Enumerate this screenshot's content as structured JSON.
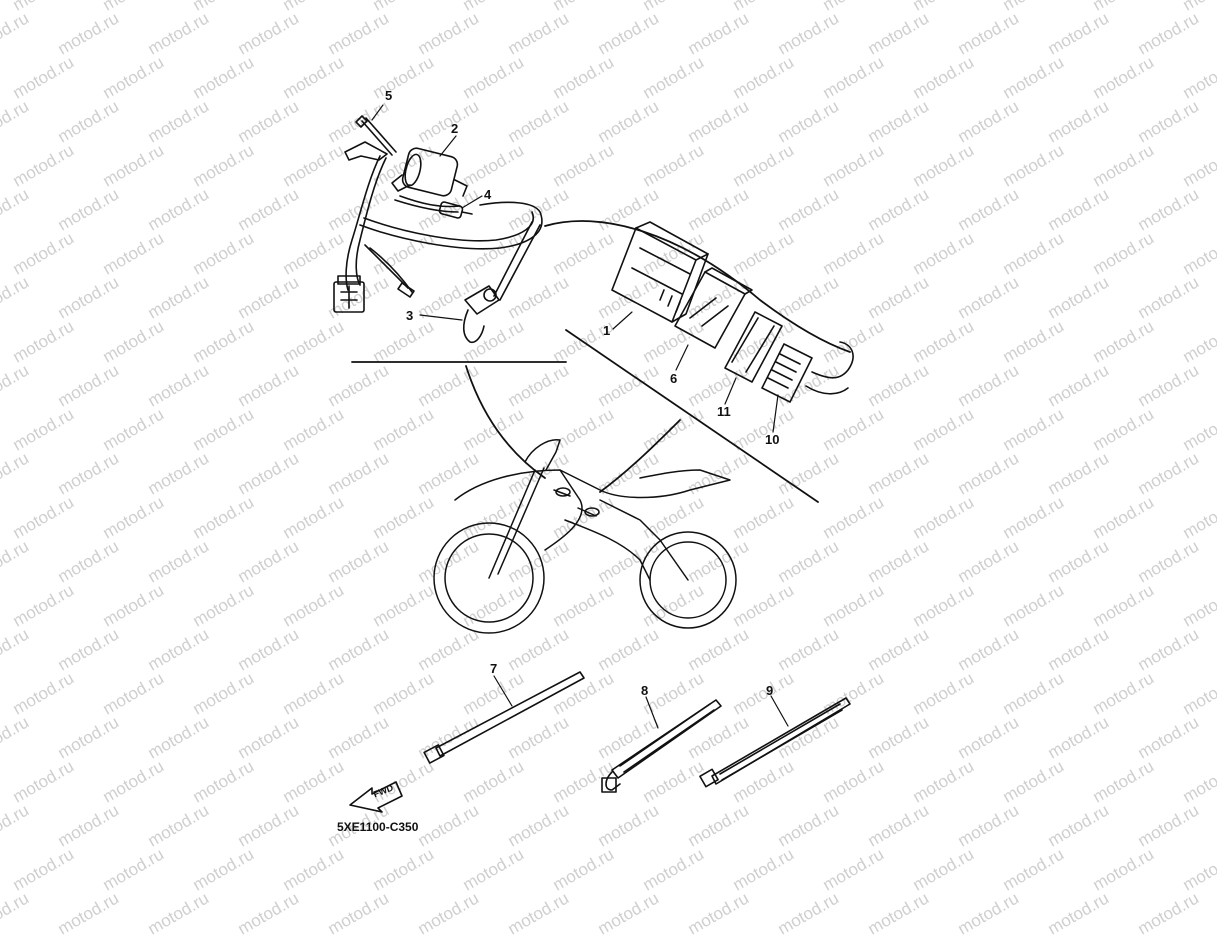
{
  "diagram": {
    "watermark": "motod.ru",
    "code": "5XE1100-C350",
    "fwd": "FWD",
    "labels": {
      "p1": "1",
      "p2": "2",
      "p3": "3",
      "p4": "4",
      "p5": "5",
      "p6": "6",
      "p7": "7",
      "p8": "8",
      "p9": "9",
      "p10": "10",
      "p11": "11"
    }
  },
  "colors": {
    "line": "#111111",
    "watermark": "#cfcfcf",
    "background": "#ffffff"
  }
}
